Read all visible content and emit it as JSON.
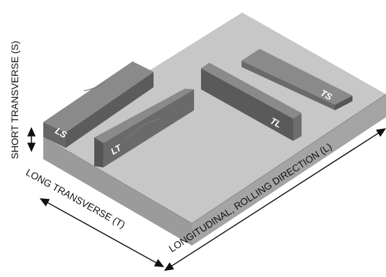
{
  "labels": {
    "short_transverse": "SHORT TRANSVERSE (S)",
    "long_transverse": "LONG TRANSVERSE (T)",
    "longitudinal": "LONGITUDINAL, ROLLING DIRECTION (L)"
  },
  "specimens": {
    "ls": "LS",
    "lt": "LT",
    "tl": "TL",
    "ts": "TS"
  },
  "colors": {
    "plate_top": "#c7c7c7",
    "plate_left": "#9b9b9b",
    "plate_front": "#a4a4a4",
    "specimen_top": "#8a8a8a",
    "specimen_side": "#666666",
    "specimen_dark": "#555555",
    "text": "#111111"
  }
}
